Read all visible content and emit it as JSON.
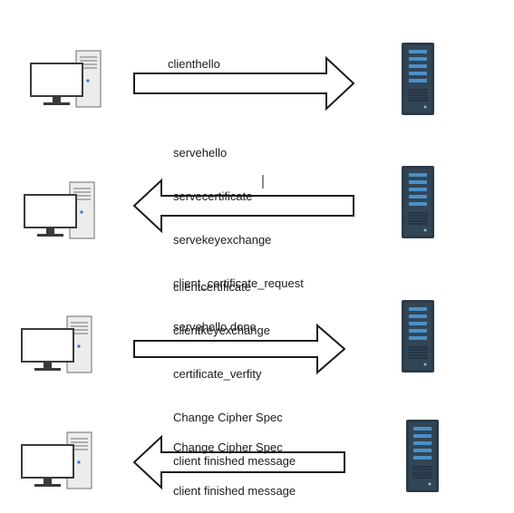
{
  "steps": [
    {
      "direction": "client-to-server",
      "messages": [
        "clienthello"
      ]
    },
    {
      "direction": "server-to-client",
      "messages": [
        "servehello",
        "servecertificate",
        "servekeyexchange",
        "client_certificate_request",
        "servehello done"
      ]
    },
    {
      "direction": "client-to-server",
      "messages": [
        "clientcertificate",
        "clientkeyexchange",
        "certificate_verfity",
        "Change Cipher Spec",
        "client finished message"
      ]
    },
    {
      "direction": "server-to-client",
      "messages": [
        "Change Cipher Spec",
        "client finished message"
      ]
    }
  ],
  "icons": {
    "client": "desktop-computer-icon",
    "server": "server-rack-icon"
  },
  "colors": {
    "server_body": "#2b3a48",
    "server_bar": "#4a90c8",
    "monitor_stroke": "#3a3a3a",
    "tower_fill": "#ececec",
    "arrow_stroke": "#1a1a1a"
  }
}
